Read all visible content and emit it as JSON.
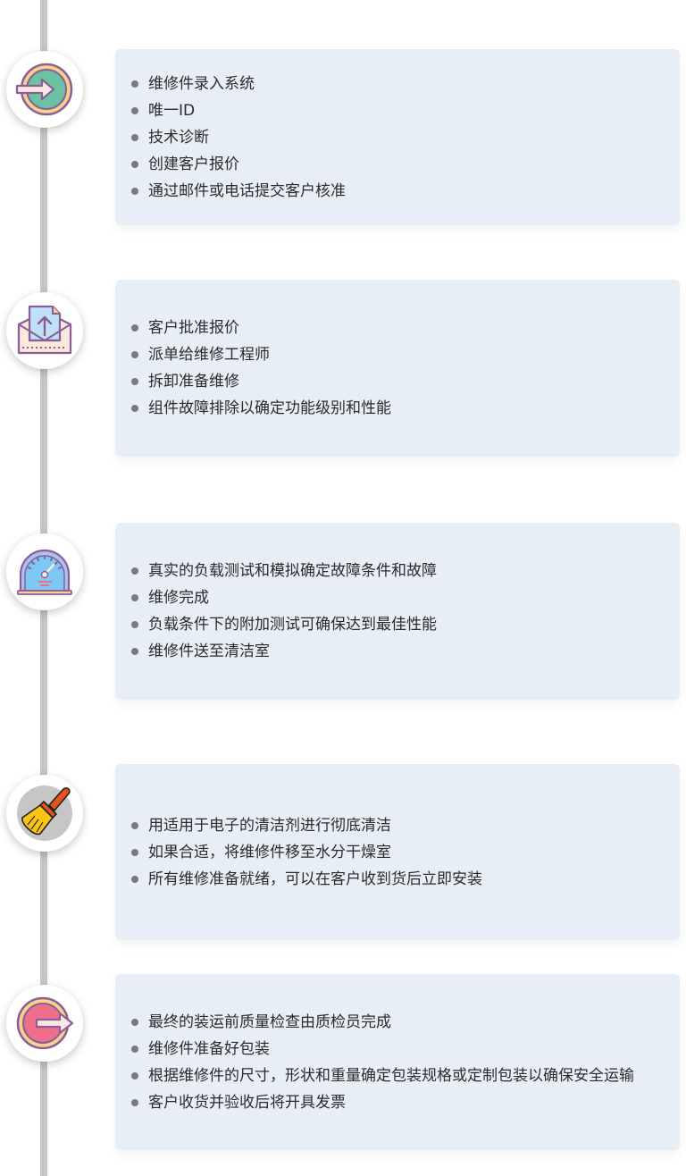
{
  "timeline": {
    "line_color": "#c6c6c6",
    "card_color": "#e8eef5",
    "steps": [
      {
        "icon": "enter-arrow-icon",
        "items": [
          "维修件录入系统",
          "唯一ID",
          "技术诊断",
          "创建客户报价",
          "通过邮件或电话提交客户核准"
        ]
      },
      {
        "icon": "envelope-upload-icon",
        "items": [
          "客户批准报价",
          "派单给维修工程师",
          "拆卸准备维修",
          "组件故障排除以确定功能级别和性能"
        ]
      },
      {
        "icon": "speedometer-icon",
        "items": [
          "真实的负载测试和模拟确定故障条件和故障",
          "维修完成",
          "负载条件下的附加测试可确保达到最佳性能",
          "维修件送至清洁室"
        ]
      },
      {
        "icon": "paintbrush-icon",
        "items": [
          "用适用于电子的清洁剂进行彻底清洁",
          "如果合适，将维修件移至水分干燥室",
          "所有维修准备就绪，可以在客户收到货后立即安装"
        ]
      },
      {
        "icon": "exit-arrow-icon",
        "items": [
          "最终的装运前质量检查由质检员完成",
          "维修件准备好包装",
          "根据维修件的尺寸，形状和重量确定包装规格或定制包装以确保安全运输",
          "客户收货并验收后将开具发票"
        ]
      }
    ]
  }
}
